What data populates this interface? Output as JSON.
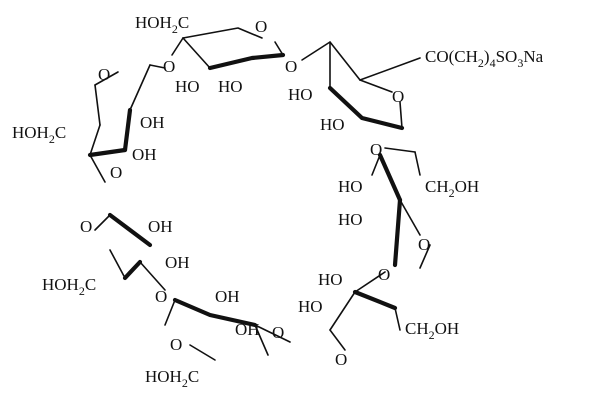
{
  "molecule": {
    "substituent": {
      "co": "CO(CH",
      "sub4": "4",
      "so": "SO",
      "sub3": "3",
      "na": "Na",
      "sub2": "2",
      "close": ")"
    },
    "hoh2c": "HOH",
    "hoh2c_sub": "2",
    "hoh2c_c": "C",
    "ch2oh_a": "CH",
    "ch2oh_sub": "2",
    "ch2oh_b": "OH",
    "ho": "HO",
    "oh": "OH",
    "o": "O"
  }
}
